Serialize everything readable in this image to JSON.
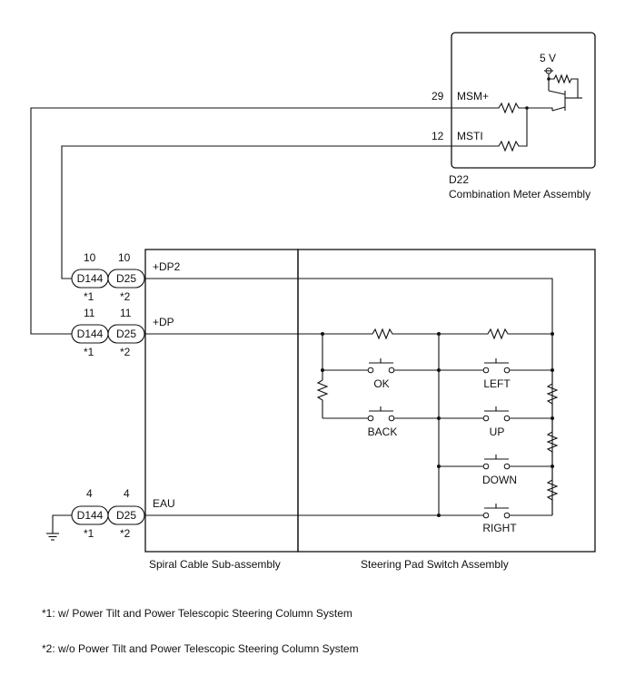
{
  "meter": {
    "voltage": "5 V",
    "pin_msm_num": "29",
    "pin_msm_label": "MSM+",
    "pin_msti_num": "12",
    "pin_msti_label": "MSTI",
    "connector": "D22",
    "name": "Combination Meter Assembly"
  },
  "connectors": {
    "row1": {
      "num_a": "10",
      "num_b": "10",
      "a": "D144",
      "b": "D25",
      "note_a": "*1",
      "note_b": "*2",
      "signal": "+DP2"
    },
    "row2": {
      "num_a": "11",
      "num_b": "11",
      "a": "D144",
      "b": "D25",
      "note_a": "*1",
      "note_b": "*2",
      "signal": "+DP"
    },
    "row3": {
      "num_a": "4",
      "num_b": "4",
      "a": "D144",
      "b": "D25",
      "note_a": "*1",
      "note_b": "*2",
      "signal": "EAU"
    }
  },
  "switches": {
    "ok": "OK",
    "left": "LEFT",
    "back": "BACK",
    "up": "UP",
    "down": "DOWN",
    "right": "RIGHT"
  },
  "assemblies": {
    "spiral": "Spiral Cable Sub-assembly",
    "steering": "Steering Pad Switch Assembly"
  },
  "footnotes": {
    "note1": "*1: w/ Power Tilt and Power Telescopic Steering Column System",
    "note2": "*2: w/o Power Tilt and Power Telescopic Steering Column System"
  }
}
